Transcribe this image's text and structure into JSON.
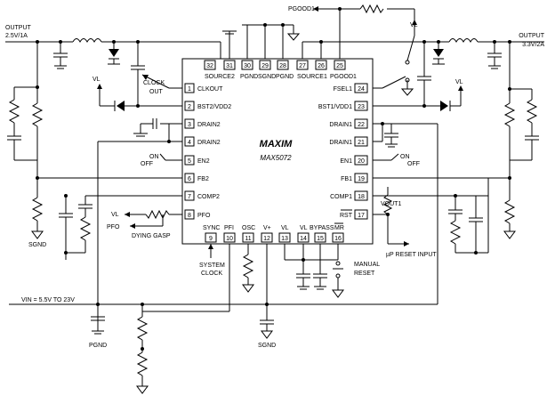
{
  "ic": {
    "logo": "MAXIM",
    "part_number": "MAX5072",
    "pins_left": [
      {
        "num": "1",
        "name": "CLKOUT"
      },
      {
        "num": "2",
        "name": "BST2/VDD2"
      },
      {
        "num": "3",
        "name": "DRAIN2"
      },
      {
        "num": "4",
        "name": "DRAIN2"
      },
      {
        "num": "5",
        "name": "EN2"
      },
      {
        "num": "6",
        "name": "FB2"
      },
      {
        "num": "7",
        "name": "COMP2"
      },
      {
        "num": "8",
        "name": "PFO"
      }
    ],
    "pins_right": [
      {
        "num": "24",
        "name": "FSEL1"
      },
      {
        "num": "23",
        "name": "BST1/VDD1"
      },
      {
        "num": "22",
        "name": "DRAIN1"
      },
      {
        "num": "21",
        "name": "DRAIN1"
      },
      {
        "num": "20",
        "name": "EN1"
      },
      {
        "num": "19",
        "name": "FB1"
      },
      {
        "num": "18",
        "name": "COMP1"
      },
      {
        "num": "17",
        "name": "RST"
      }
    ],
    "pins_top": [
      {
        "num": "32",
        "name": "SOURCE2"
      },
      {
        "num": "31",
        "name": ""
      },
      {
        "num": "30",
        "name": "PGND"
      },
      {
        "num": "29",
        "name": "SGND"
      },
      {
        "num": "28",
        "name": "PGND"
      },
      {
        "num": "27",
        "name": "SOURCE1"
      },
      {
        "num": "26",
        "name": ""
      },
      {
        "num": "25",
        "name": "PGOOD1"
      }
    ],
    "pins_bottom": [
      {
        "num": "9",
        "name": "SYNC"
      },
      {
        "num": "10",
        "name": "PFI"
      },
      {
        "num": "11",
        "name": "OSC"
      },
      {
        "num": "12",
        "name": "V+"
      },
      {
        "num": "13",
        "name": "VL"
      },
      {
        "num": "14",
        "name": "VL"
      },
      {
        "num": "15",
        "name": "BYPASS"
      },
      {
        "num": "16",
        "name": "MR"
      }
    ]
  },
  "labels": {
    "output2_line1": "OUTPUT",
    "output2_line2": "2.5V/1A",
    "output1_line1": "OUTPUT",
    "output1_line2": "3.3V/2A",
    "pgood1": "PGOOD1",
    "vl_a": "VL",
    "vl_b": "VL",
    "vl_c": "VL",
    "vl_d": "VL",
    "clock_out_1": "CLOCK",
    "clock_out_2": "OUT",
    "on_a": "ON",
    "off_a": "OFF",
    "on_b": "ON",
    "off_b": "OFF",
    "sgnd_a": "SGND",
    "sgnd_b": "SGND",
    "pfo": "PFO",
    "dying_gasp": "DYING GASP",
    "system_clock_1": "SYSTEM",
    "system_clock_2": "CLOCK",
    "manual_reset_1": "MANUAL",
    "manual_reset_2": "RESET",
    "vout1": "VOUT1",
    "up_reset_input": "µP RESET INPUT",
    "vin": "VIN = 5.5V TO 23V",
    "pgnd": "PGND"
  }
}
